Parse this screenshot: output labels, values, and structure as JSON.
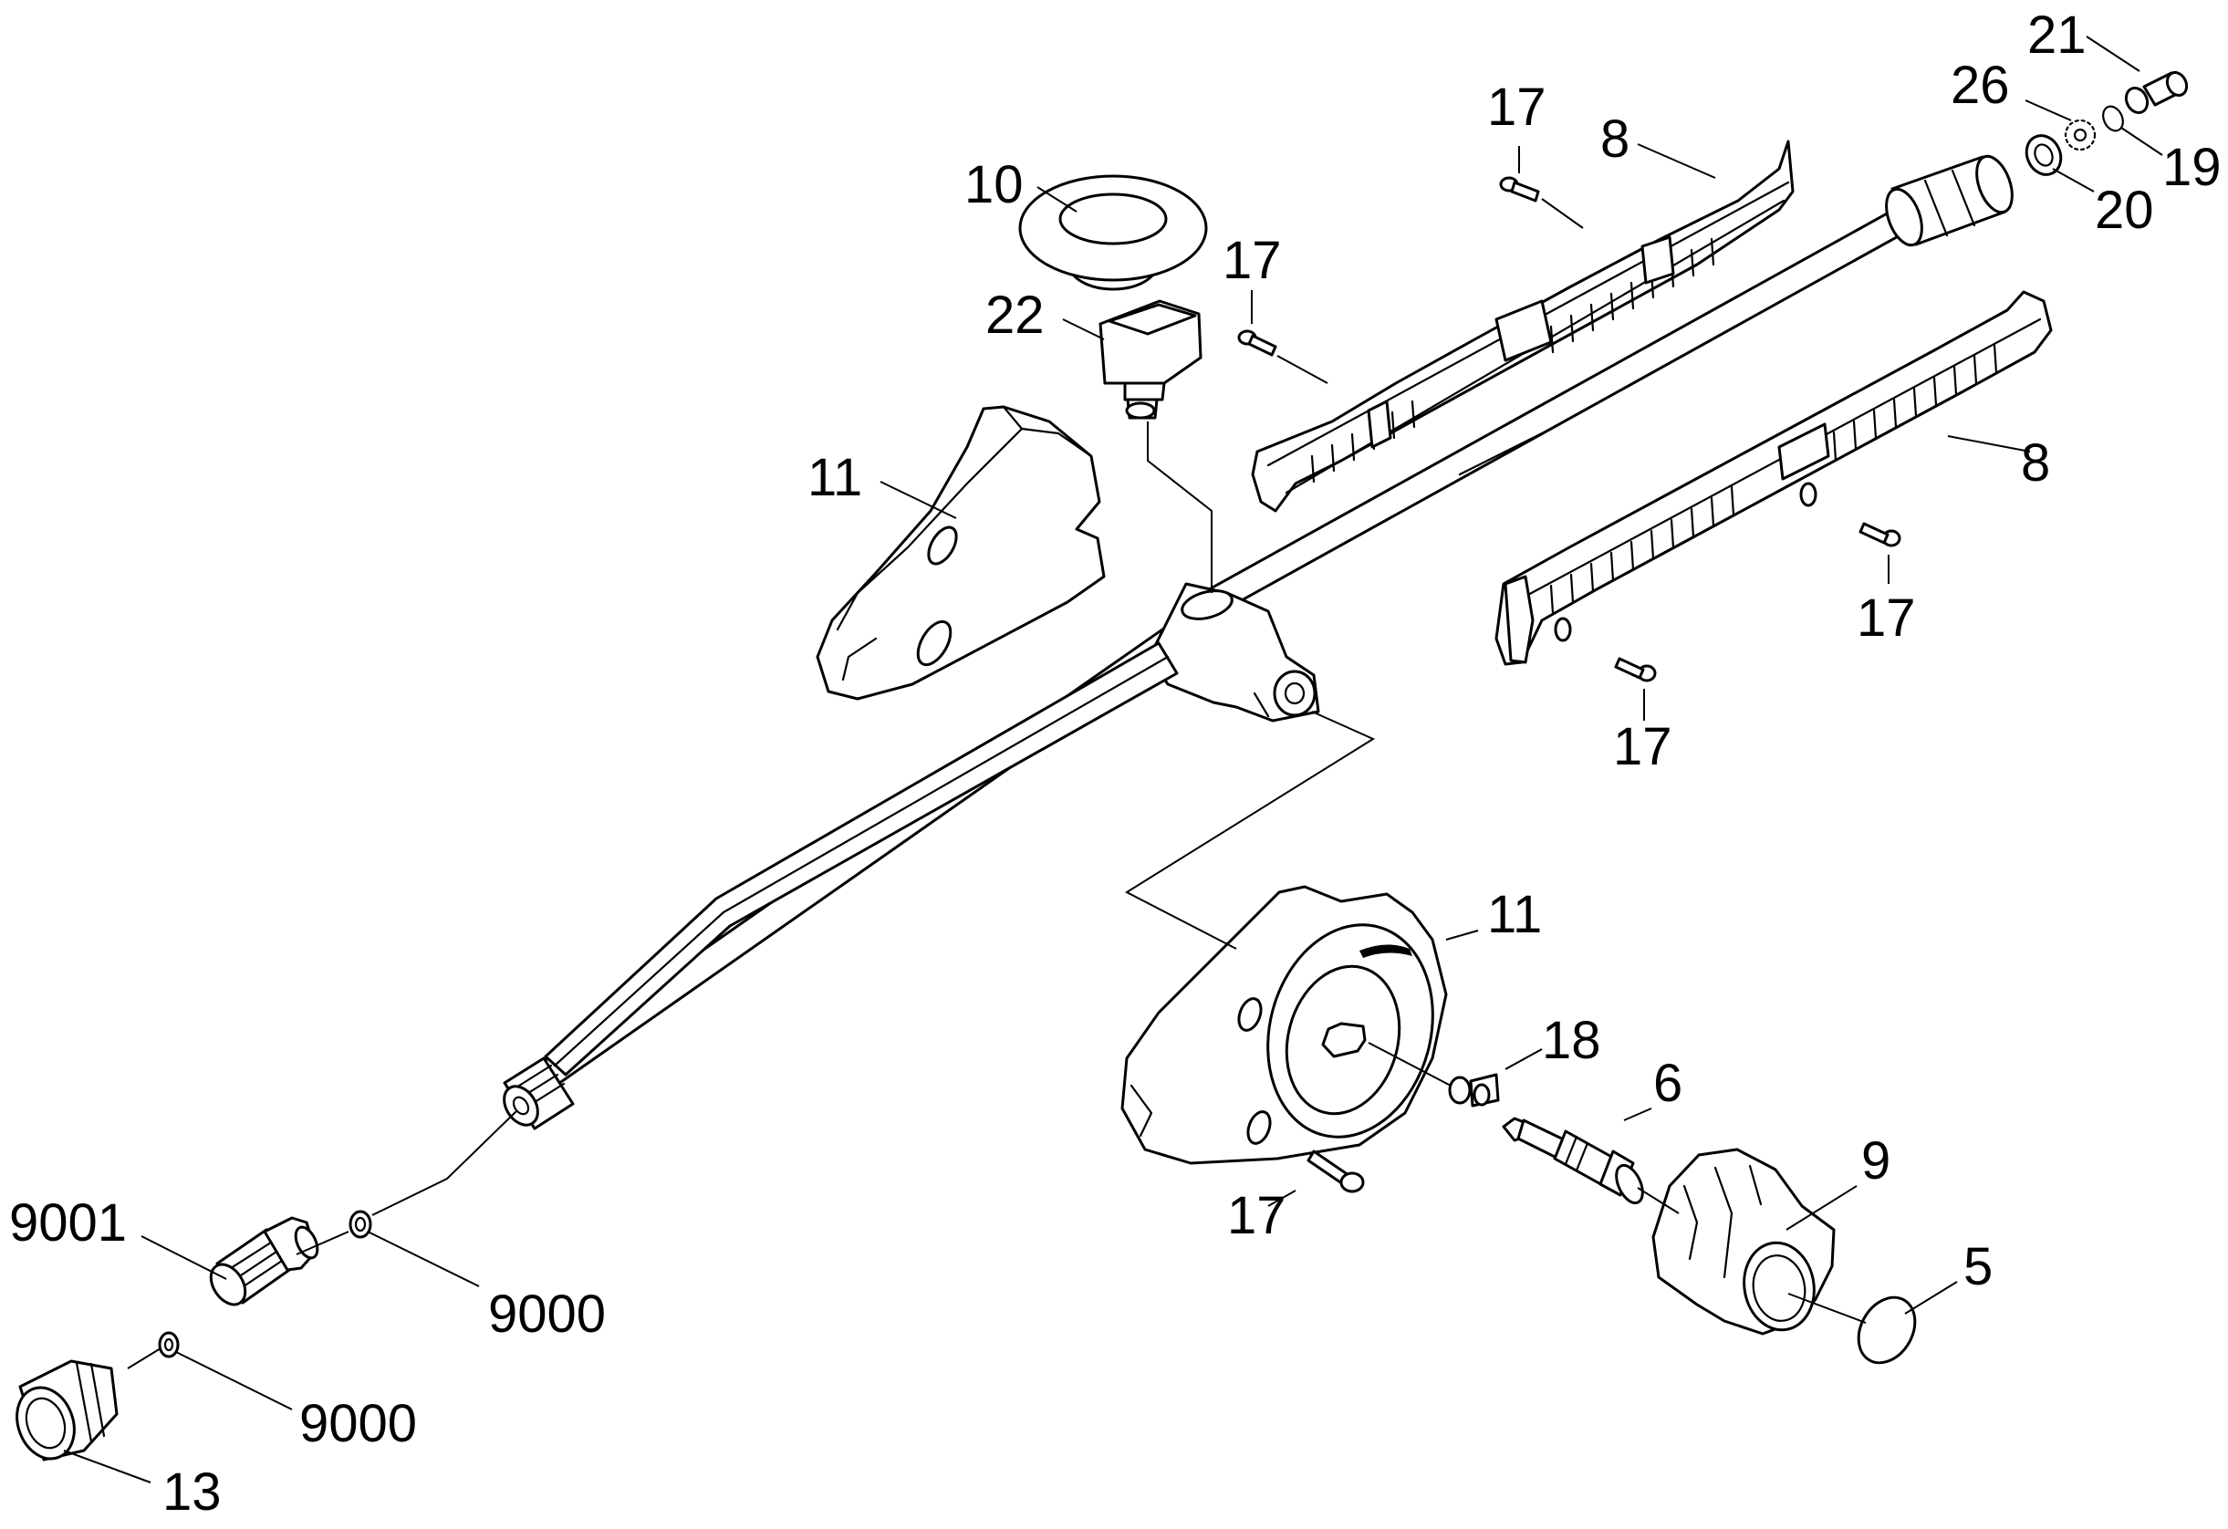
{
  "callouts": {
    "c21": "21",
    "c26": "26",
    "c19": "19",
    "c20": "20",
    "c17_top": "17",
    "c8_top": "8",
    "c10": "10",
    "c17_mid": "17",
    "c22": "22",
    "c11_upper": "11",
    "c8_right": "8",
    "c17_right": "17",
    "c17_lower": "17",
    "c11_lower": "11",
    "c18": "18",
    "c6": "6",
    "c9": "9",
    "c17_bottom": "17",
    "c5": "5",
    "c9001": "9001",
    "c9000_upper": "9000",
    "c9000_lower": "9000",
    "c13": "13"
  },
  "colors": {
    "line": "#000000",
    "fill": "#ffffff"
  }
}
